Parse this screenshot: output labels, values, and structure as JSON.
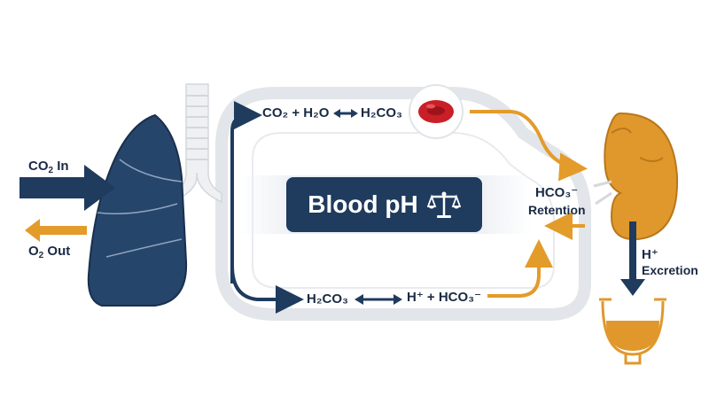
{
  "center": {
    "title": "Blood pH",
    "icon": "balance-scale-icon"
  },
  "lungs": {
    "inflow": {
      "text": "CO",
      "sub": "2",
      "suffix": " In"
    },
    "outflow": {
      "text": "O",
      "sub": "2",
      "suffix": " Out"
    }
  },
  "top_reaction": {
    "left": "CO₂ + H₂O",
    "right": "H₂CO₃"
  },
  "bottom_reaction": {
    "left": "H₂CO₃",
    "right": "H⁺ + HCO₃⁻"
  },
  "kidney": {
    "retention": {
      "ion": "HCO₃⁻",
      "word": "Retention"
    },
    "excretion": {
      "ion": "H⁺",
      "word": "Excretion"
    }
  },
  "colors": {
    "navy": "#1f3b5e",
    "lung": "#26456b",
    "orange": "#e39b2a",
    "kidney": "#e0982c",
    "blood_cell": "#d1262c",
    "trachea": "#e5e7ea",
    "loop": "#dfe2e6"
  }
}
